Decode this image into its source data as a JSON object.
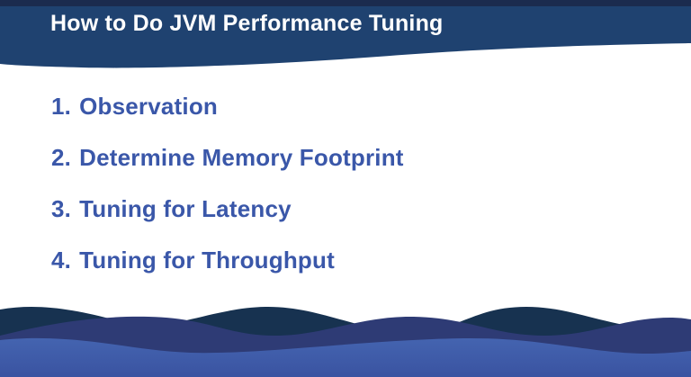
{
  "slide": {
    "title": "How to Do JVM Performance Tuning",
    "items": [
      {
        "number": "1.",
        "label": "Observation"
      },
      {
        "number": "2.",
        "label": "Determine Memory Footprint"
      },
      {
        "number": "3.",
        "label": "Tuning for Latency"
      },
      {
        "number": "4.",
        "label": "Tuning for Throughput"
      }
    ],
    "colors": {
      "top_strip": "#1b2b4e",
      "header_band": "#1f4270",
      "title_text": "#ffffff",
      "item_text": "#3a57a9",
      "wave_back": "#173250",
      "wave_middle": "#2e3b75",
      "wave_front_top": "#4464b0",
      "wave_front_bottom": "#3a53a1"
    }
  }
}
